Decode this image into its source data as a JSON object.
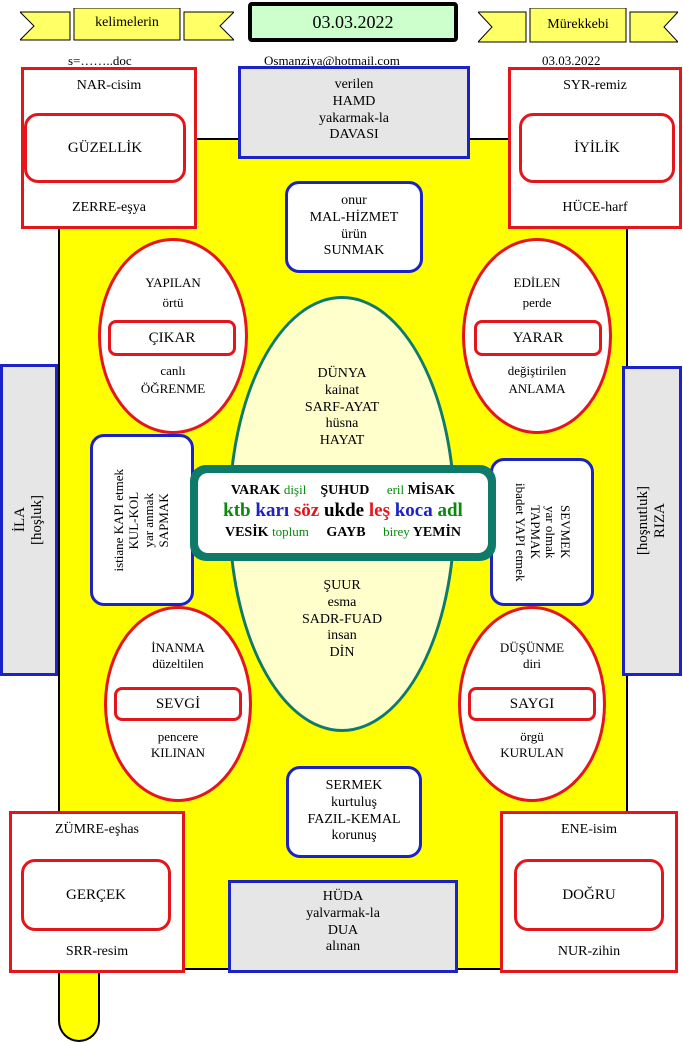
{
  "header": {
    "left_ribbon": "kelimelerin",
    "center_date": "03.03.2022",
    "right_ribbon": "Mürekkebi",
    "doc_label": "s=……..doc",
    "email": "Osmanziya@hotmail.com",
    "right_date": "03.03.2022"
  },
  "corners": {
    "top_left": {
      "top": "NAR-cisim",
      "center": "GÜZELLİK",
      "bottom": "ZERRE-eşya"
    },
    "top_right": {
      "top": "SYR-remiz",
      "center": "İYİLİK",
      "bottom": "HÜCE-harf"
    },
    "bottom_left": {
      "top": "ZÜMRE-eşhas",
      "center": "GERÇEK",
      "bottom": "SRR-resim"
    },
    "bottom_right": {
      "top": "ENE-isim",
      "center": "DOĞRU",
      "bottom": "NUR-zihin"
    }
  },
  "top_box": {
    "l1": "verilen",
    "l2": "HAMD",
    "l3": "yakarmak-la",
    "l4": "DAVASI"
  },
  "bottom_box": {
    "l1": "HÜDA",
    "l2": "yalvarmak-la",
    "l3": "DUA",
    "l4": "alınan"
  },
  "top_inner": {
    "l1": "onur",
    "l2": "MAL-HİZMET",
    "l3": "ürün",
    "l4": "SUNMAK"
  },
  "bottom_inner": {
    "l1": "SERMEK",
    "l2": "kurtuluş",
    "l3": "FAZIL-KEMAL",
    "l4": "korunuş"
  },
  "ovals": {
    "top_left": {
      "l1": "YAPILAN",
      "l2": "örtü",
      "center": "ÇIKAR",
      "l3": "canlı",
      "l4": "ÖĞRENME"
    },
    "top_right": {
      "l1": "EDİLEN",
      "l2": "perde",
      "center": "YARAR",
      "l3": "değiştirilen",
      "l4": "ANLAMA"
    },
    "bottom_left": {
      "l1": "İNANMA",
      "l2": "düzeltilen",
      "center": "SEVGİ",
      "l3": "pencere",
      "l4": "KILINAN"
    },
    "bottom_right": {
      "l1": "DÜŞÜNME",
      "l2": "diri",
      "center": "SAYGI",
      "l3": "örgü",
      "l4": "KURULAN"
    }
  },
  "center_oval": {
    "top": {
      "l1": "DÜNYA",
      "l2": "kainat",
      "l3": "SARF-AYAT",
      "l4": "hüsna",
      "l5": "HAYAT"
    },
    "bottom": {
      "l1": "ŞUUR",
      "l2": "esma",
      "l3": "SADR-FUAD",
      "l4": "insan",
      "l5": "DİN"
    }
  },
  "center_box": {
    "r1a": "VARAK",
    "r1b": "dişil",
    "r1c": "ŞUHUD",
    "r1d": "eril",
    "r1e": "MİSAK",
    "r2a": "ktb",
    "r2b": "karı",
    "r2c": "söz",
    "r2d": "ukde",
    "r2e": "leş",
    "r2f": "koca",
    "r2g": "adl",
    "r3a": "VESİK",
    "r3b": "toplum",
    "r3c": "GAYB",
    "r3d": "birey",
    "r3e": "YEMİN"
  },
  "side_left": {
    "l1": "istiane KAPI etmek",
    "l2": "KUL-KOL",
    "l3": "yar anmak",
    "l4": "SAPMAK"
  },
  "side_right": {
    "l1": "SEVMEK",
    "l2": "yar olmak",
    "l3": "TAPMAK",
    "l4": "ibadet YAPI etmek"
  },
  "far_left": {
    "l1": "İLA",
    "l2": "[hoşluk]"
  },
  "far_right": {
    "l1": "[hoşnutluk]",
    "l2": "RIZA"
  },
  "colors": {
    "yellow": "#ffff00",
    "red": "#e4161c",
    "blue": "#1a22c8",
    "teal": "#0e7a6a",
    "green": "#0a8a0a"
  }
}
